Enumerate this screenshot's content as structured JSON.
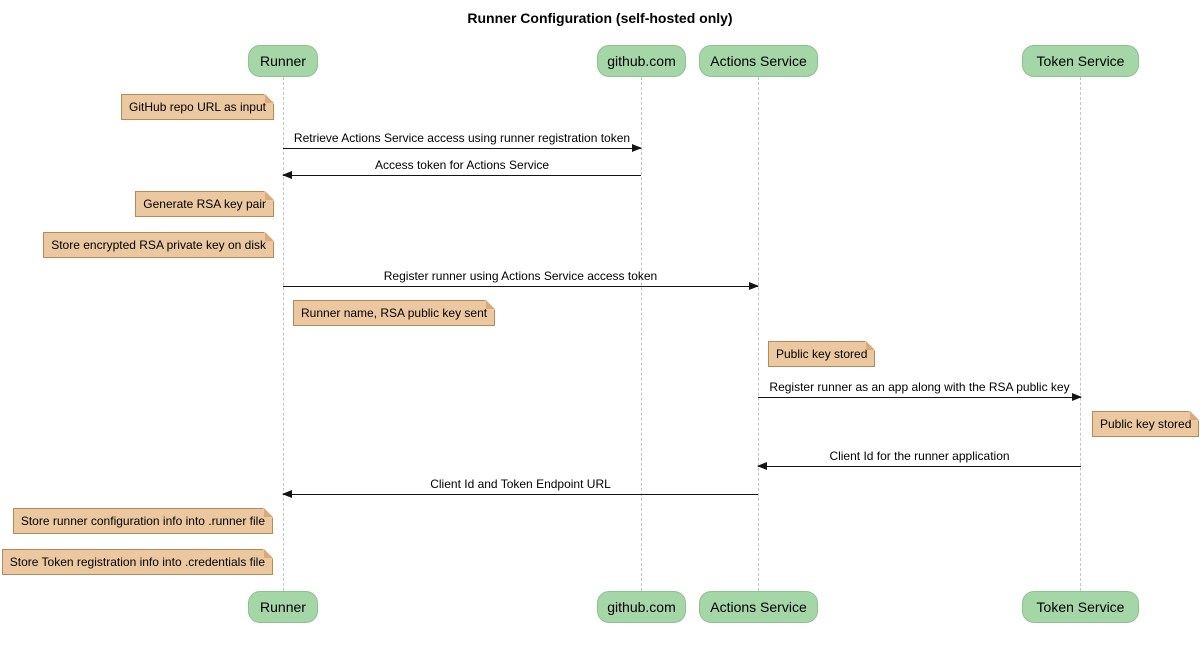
{
  "diagram": {
    "type": "sequence-diagram",
    "title": "Runner Configuration (self-hosted only)"
  },
  "colors": {
    "background": "#ffffff",
    "participant_fill": "#a5d6a7",
    "participant_border": "#8cc28e",
    "note_fill": "#ecc8a0",
    "note_border": "#b5895a",
    "note_fold": "#d9ab7c",
    "arrow_line": "#141414",
    "lifeline": "#c4c4c4",
    "text": "#000000"
  },
  "participants": [
    {
      "id": "runner",
      "label": "Runner"
    },
    {
      "id": "github",
      "label": "github.com"
    },
    {
      "id": "actions-service",
      "label": "Actions Service"
    },
    {
      "id": "token-service",
      "label": "Token Service"
    }
  ],
  "messages": [
    {
      "from": "Runner",
      "to": "github.com",
      "direction": "right",
      "label": "Retrieve Actions Service access using runner registration token"
    },
    {
      "from": "github.com",
      "to": "Runner",
      "direction": "left",
      "label": "Access token for Actions Service"
    },
    {
      "from": "Runner",
      "to": "Actions Service",
      "direction": "right",
      "label": "Register runner using Actions Service access token"
    },
    {
      "from": "Actions Service",
      "to": "Token Service",
      "direction": "right",
      "label": "Register runner as an app along with the RSA public key"
    },
    {
      "from": "Token Service",
      "to": "Actions Service",
      "direction": "left",
      "label": "Client Id for the runner application"
    },
    {
      "from": "Actions Service",
      "to": "Runner",
      "direction": "left",
      "label": "Client Id and Token Endpoint URL"
    }
  ],
  "notes": [
    {
      "attached_to": "Runner",
      "label": "GitHub repo URL as input"
    },
    {
      "attached_to": "Runner",
      "label": "Generate RSA key pair"
    },
    {
      "attached_to": "Runner",
      "label": "Store encrypted RSA private key on disk"
    },
    {
      "attached_to": "Runner",
      "label": "Runner name, RSA public key sent"
    },
    {
      "attached_to": "Actions Service",
      "label": "Public key stored"
    },
    {
      "attached_to": "Token Service",
      "label": "Public key stored"
    },
    {
      "attached_to": "Runner",
      "label": "Store runner configuration info into .runner file"
    },
    {
      "attached_to": "Runner",
      "label": "Store Token registration info into .credentials file"
    }
  ]
}
